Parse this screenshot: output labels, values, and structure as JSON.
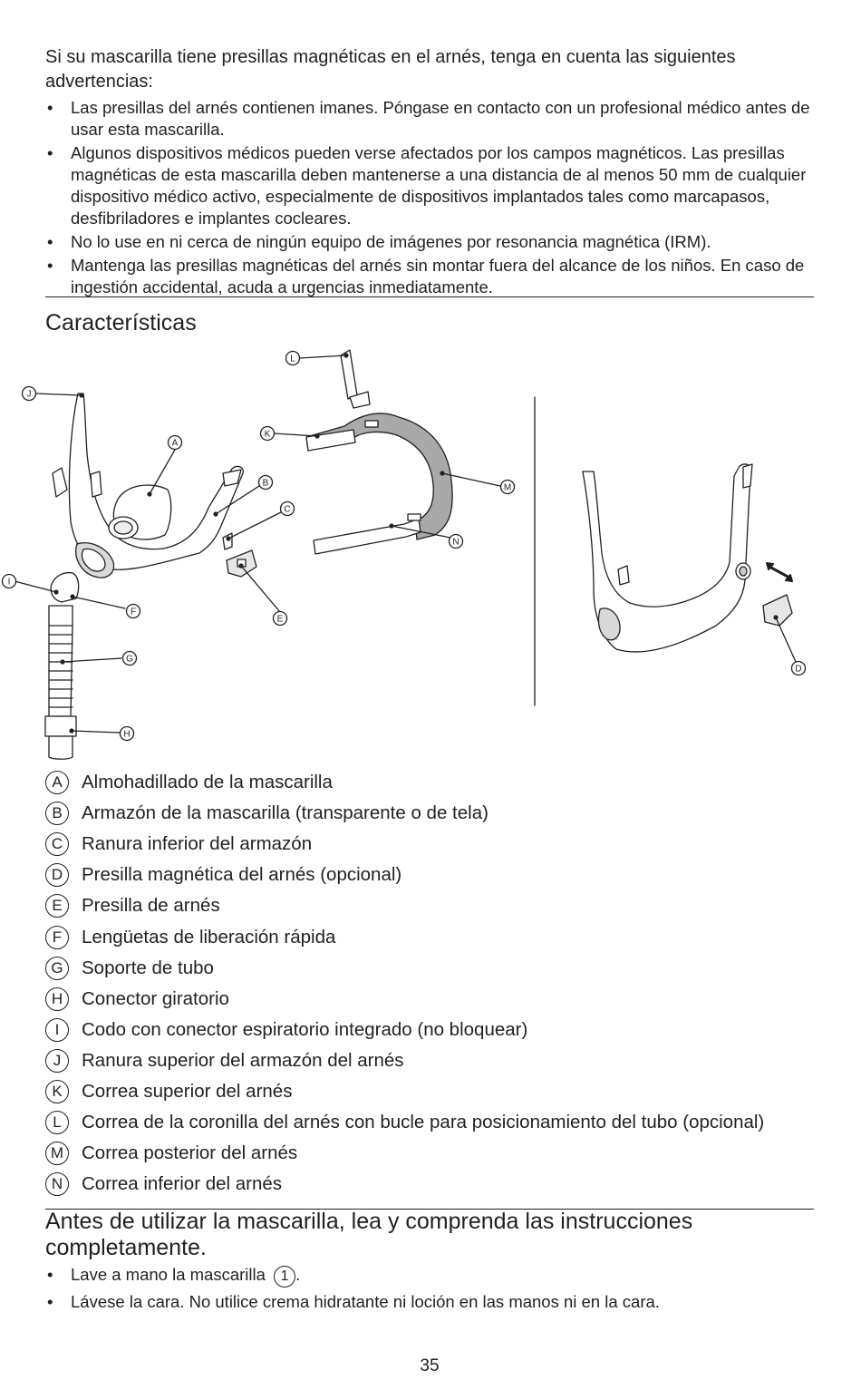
{
  "warnings": {
    "heading": "Si su mascarilla tiene presillas magnéticas en el arnés, tenga en cuenta las siguientes advertencias:",
    "items": [
      "Las presillas del arnés contienen imanes. Póngase en contacto con un profesional médico antes de usar esta mascarilla.",
      "Algunos dispositivos médicos pueden verse afectados por los campos magnéticos. Las presillas magnéticas de esta mascarilla deben mantenerse a una distancia de al menos 50 mm de cualquier dispositivo médico activo, especialmente de dispositivos implantados tales como marcapasos, desfibriladores e implantes cocleares.",
      "No lo use en ni cerca de ningún equipo de imágenes por resonancia magnética (IRM).",
      "Mantenga las presillas magnéticas del arnés sin montar fuera del alcance de los niños. En caso de ingestión accidental, acuda a urgencias inmediatamente."
    ]
  },
  "features": {
    "title": "Características",
    "figure_letters": {
      "A": "A",
      "B": "B",
      "C": "C",
      "D": "D",
      "E": "E",
      "F": "F",
      "G": "G",
      "H": "H",
      "I": "I",
      "J": "J",
      "K": "K",
      "L": "L",
      "M": "M",
      "N": "N"
    },
    "legend": [
      {
        "letter": "A",
        "text": "Almohadillado de la mascarilla"
      },
      {
        "letter": "B",
        "text": "Armazón de la mascarilla (transparente o de tela)"
      },
      {
        "letter": "C",
        "text": "Ranura inferior del armazón"
      },
      {
        "letter": "D",
        "text": "Presilla magnética del arnés (opcional)"
      },
      {
        "letter": "E",
        "text": "Presilla de arnés"
      },
      {
        "letter": "F",
        "text": "Lengüetas de liberación rápida"
      },
      {
        "letter": "G",
        "text": "Soporte de tubo"
      },
      {
        "letter": "H",
        "text": "Conector giratorio"
      },
      {
        "letter": "I",
        "text": "Codo con conector espiratorio integrado (no bloquear)"
      },
      {
        "letter": "J",
        "text": "Ranura superior del armazón del arnés"
      },
      {
        "letter": "K",
        "text": "Correa superior del arnés"
      },
      {
        "letter": "L",
        "text": "Correa de la coronilla del arnés con bucle para posicionamiento del tubo (opcional)"
      },
      {
        "letter": "M",
        "text": "Correa posterior del arnés"
      },
      {
        "letter": "N",
        "text": "Correa inferior del arnés"
      }
    ]
  },
  "before_use": {
    "title": "Antes de utilizar la mascarilla, lea y comprenda las instrucciones completamente.",
    "item1_text": "Lave a mano la mascarilla",
    "item1_ref": "1",
    "item1_end": ".",
    "item2_text": "Lávese la cara. No utilice crema hidratante ni loción en las manos ni en la cara."
  },
  "page_number": "35"
}
